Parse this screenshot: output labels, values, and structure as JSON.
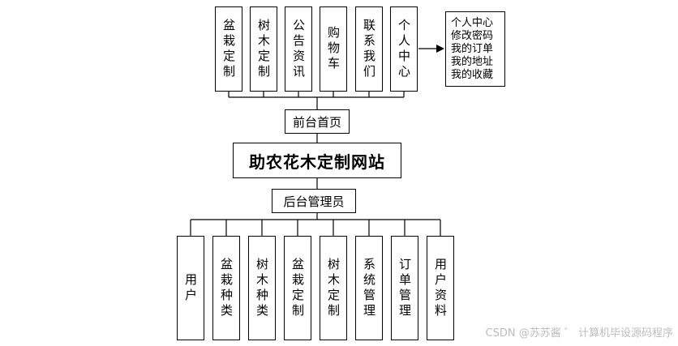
{
  "diagram": {
    "front_items": [
      "盆栽定制",
      "树木定制",
      "公告资讯",
      "购物车",
      "联系我们",
      "个人中心"
    ],
    "personal_center_items": [
      "个人中心",
      "修改密码",
      "我的订单",
      "我的地址",
      "我的收藏"
    ],
    "front_hub": "前台首页",
    "site_title": "助农花木定制网站",
    "admin_hub": "后台管理员",
    "admin_items": [
      "用户",
      "盆栽种类",
      "树木种类",
      "盆栽定制",
      "树木定制",
      "系统管理",
      "订单管理",
      "用户资料"
    ]
  },
  "watermark": "CSDN @苏苏酱 ゛ 计算机毕设源码程序"
}
